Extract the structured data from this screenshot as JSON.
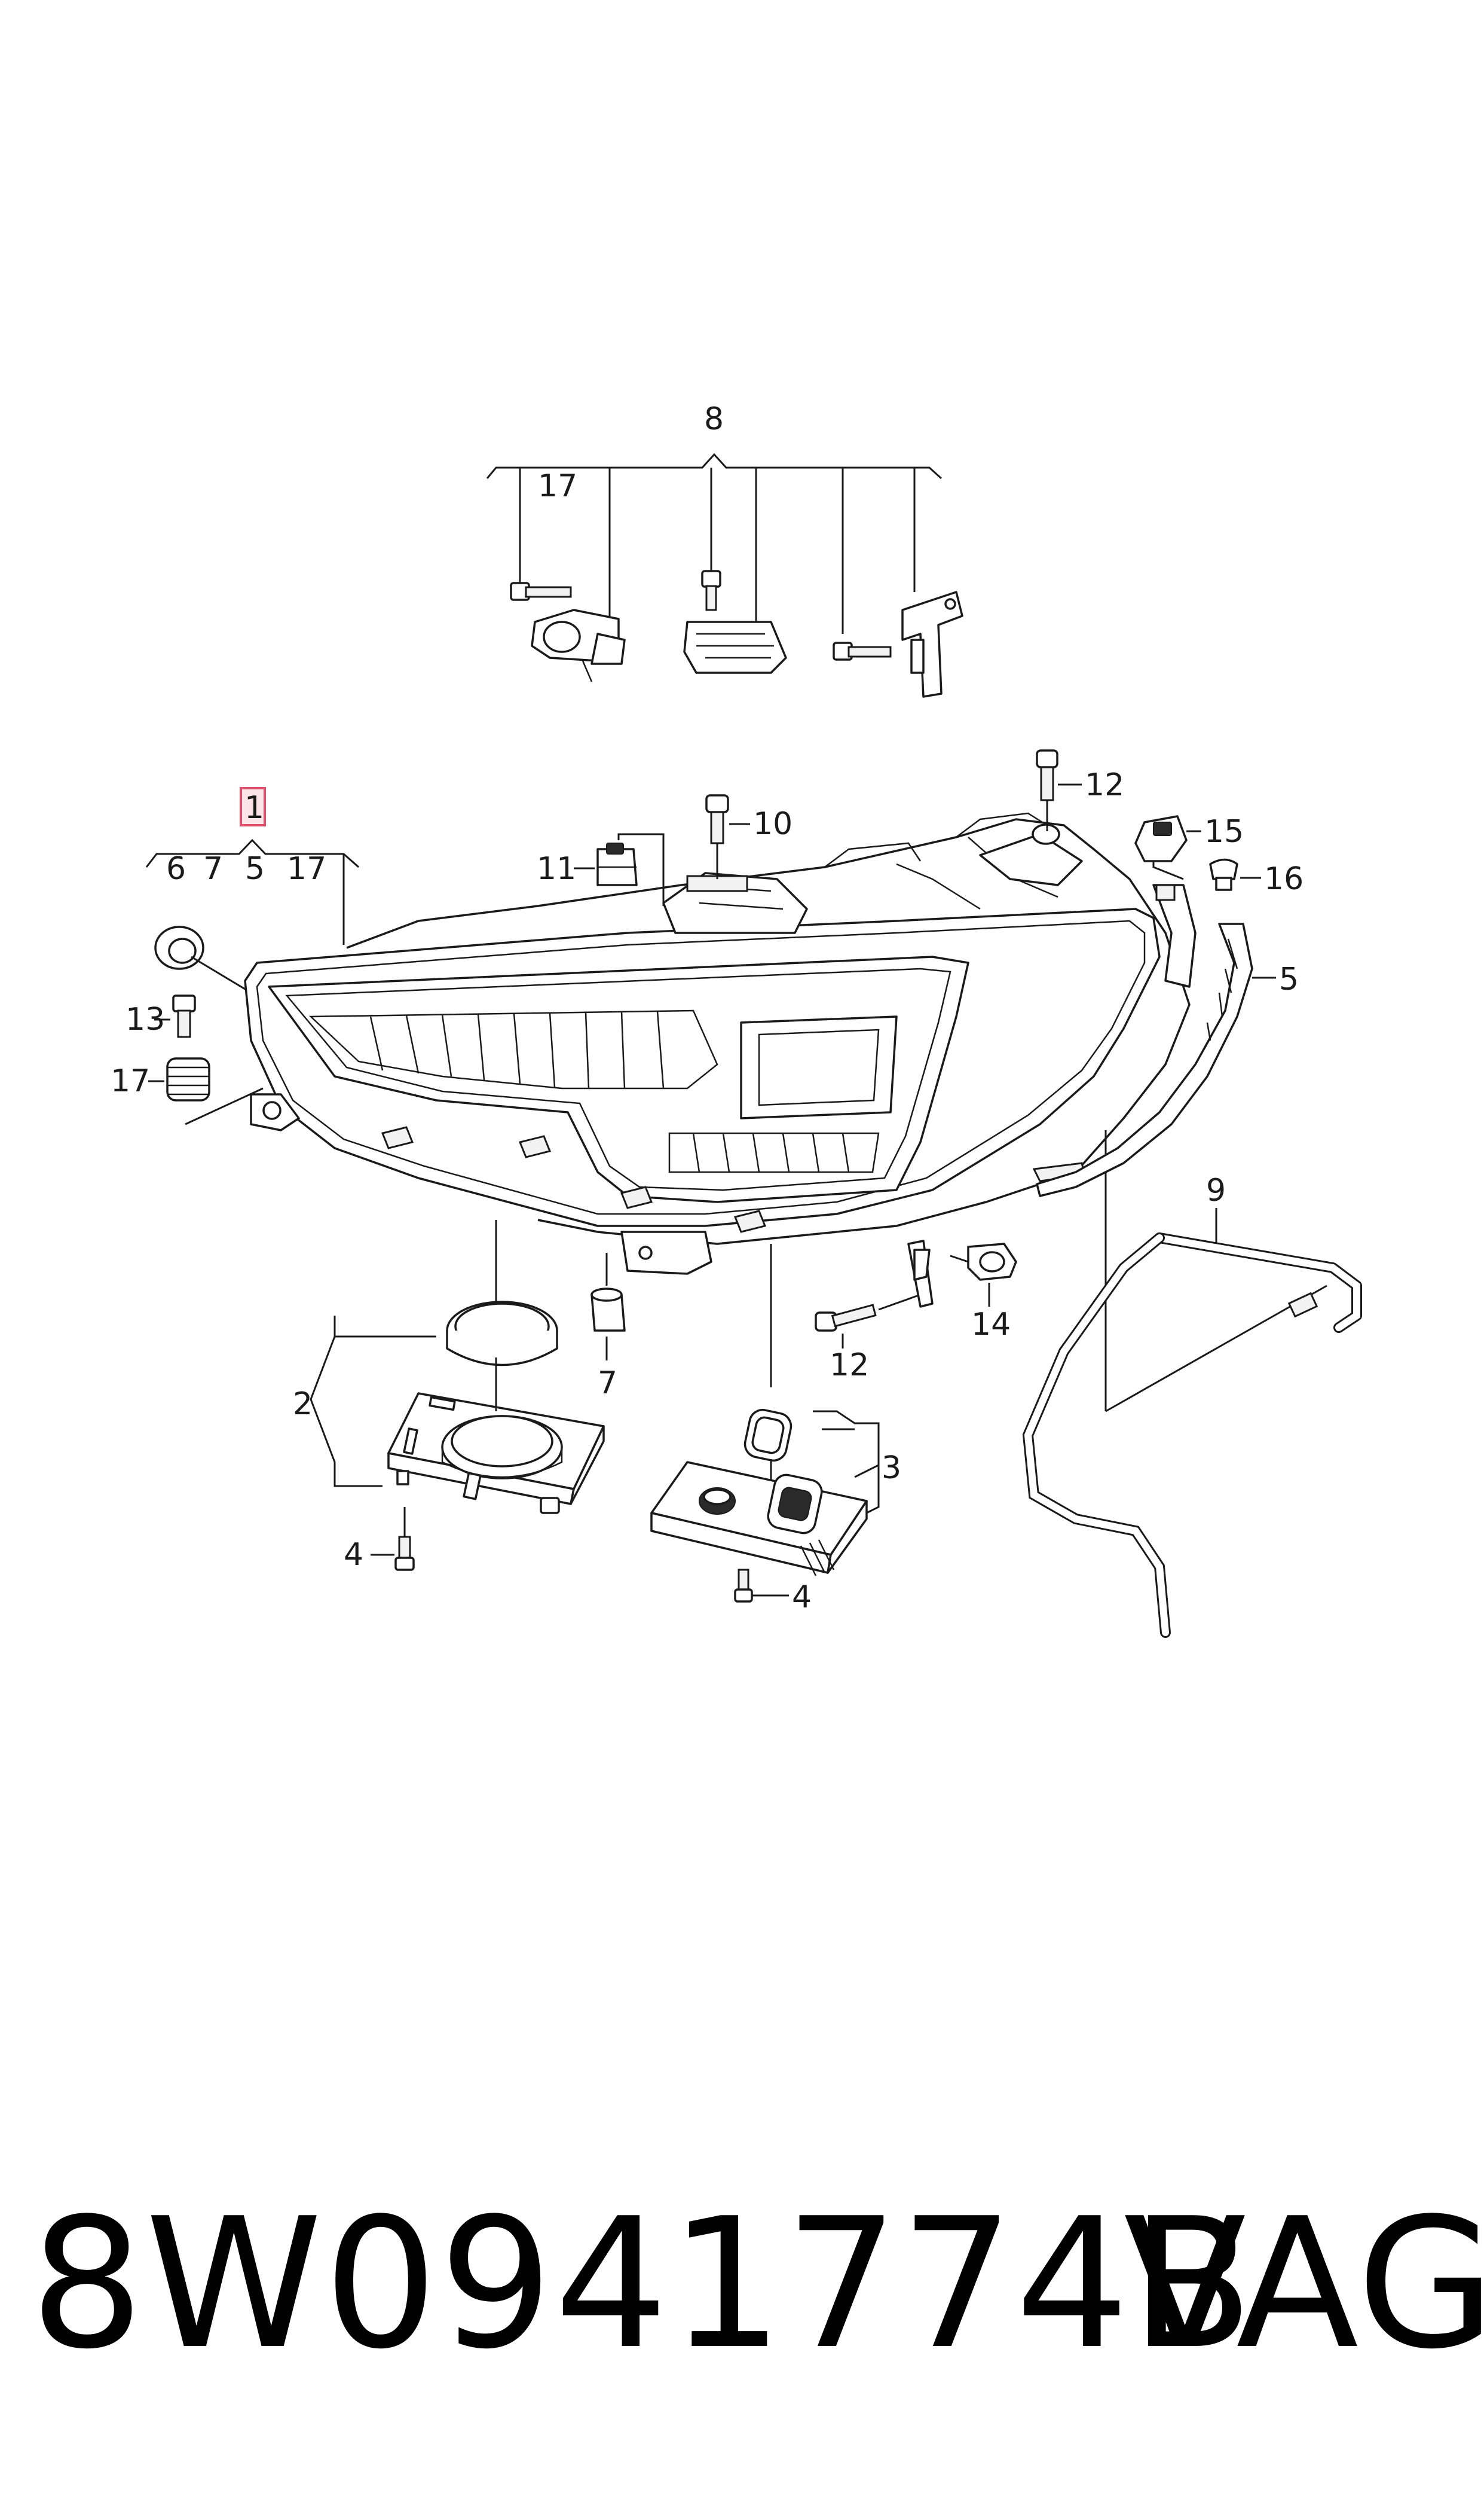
{
  "callouts": {
    "c1": "1",
    "c2": "2",
    "c3": "3",
    "c4a": "4",
    "c4b": "4",
    "c5a": "5",
    "c5b": "5",
    "c6": "6",
    "c7a": "7",
    "c7b": "7",
    "c8": "8",
    "c9": "9",
    "c10": "10",
    "c11": "11",
    "c12a": "12",
    "c12b": "12",
    "c13": "13",
    "c14": "14",
    "c15": "15",
    "c16": "16",
    "c17a": "17",
    "c17b": "17",
    "c17c": "17"
  },
  "footer": {
    "part_number": "8W0941774B",
    "brand": "VAG"
  },
  "colors": {
    "line": "#1a1a1a",
    "highlight_fill": "#fde4e8",
    "highlight_stroke": "#e0506a"
  }
}
